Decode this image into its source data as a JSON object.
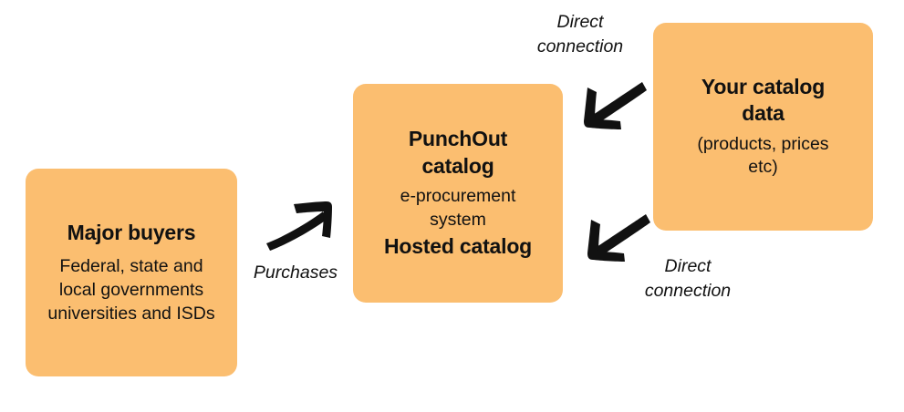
{
  "diagram": {
    "background_color": "#ffffff",
    "node_color": "#fbbe70",
    "text_color": "#111111",
    "nodes": [
      {
        "id": "major-buyers",
        "title": "Major buyers",
        "subtitle_lines": [
          "Federal, state and",
          "local governments",
          "universities and ISDs"
        ],
        "subtitle": "Federal, state and local governments universities and ISDs"
      },
      {
        "id": "punchout-catalog",
        "title": "PunchOut catalog",
        "title_lines": [
          "PunchOut",
          "catalog"
        ],
        "subtitle_lines": [
          "e-procurement",
          "system"
        ],
        "subtitle": "e-procurement system",
        "title2": "Hosted catalog"
      },
      {
        "id": "your-catalog-data",
        "title": "Your catalog data",
        "title_lines": [
          "Your catalog",
          "data"
        ],
        "subtitle_lines": [
          "(products, prices",
          "etc)"
        ],
        "subtitle": "(products, prices etc)"
      }
    ],
    "edges": [
      {
        "id": "purchases",
        "label": "Purchases",
        "from": "major-buyers",
        "to": "punchout-catalog",
        "arrow_icon": "arrow-up-right-icon"
      },
      {
        "id": "direct-connection-top",
        "label": "Direct\nconnection",
        "from": "your-catalog-data",
        "to": "punchout-catalog",
        "arrow_icon": "arrow-down-left-icon"
      },
      {
        "id": "direct-connection-bottom",
        "label": "Direct\nconnection",
        "from": "your-catalog-data",
        "to": "punchout-catalog",
        "arrow_icon": "arrow-down-left-icon"
      }
    ]
  }
}
